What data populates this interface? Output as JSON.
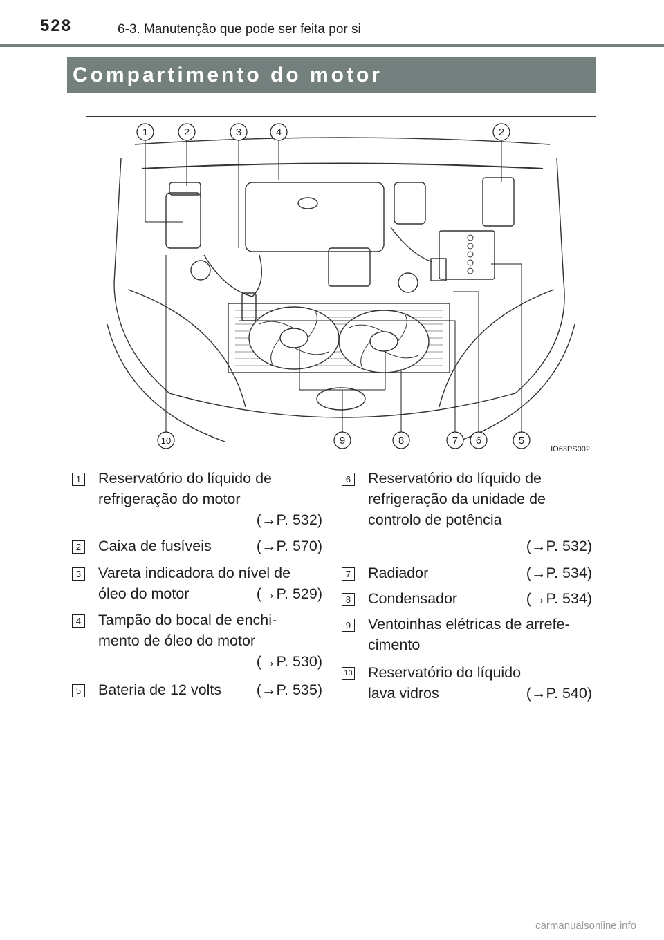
{
  "header": {
    "page_number": "528",
    "section": "6-3. Manutenção que pode ser feita por si"
  },
  "title": "Compartimento do motor",
  "figure": {
    "code": "IO63PS002",
    "top_callouts": [
      "1",
      "2",
      "3",
      "4",
      "2"
    ],
    "bottom_callouts": [
      "10",
      "9",
      "8",
      "7",
      "6",
      "5"
    ]
  },
  "items_left": [
    {
      "num": "1",
      "lines": [
        "Reservatório do líquido de",
        "refrigeração do motor"
      ],
      "ref": "(→P. 532)"
    },
    {
      "num": "2",
      "lines": [
        "Caixa de fusíveis"
      ],
      "ref": "(→P. 570)"
    },
    {
      "num": "3",
      "lines": [
        "Vareta indicadora do nível de",
        "óleo do motor"
      ],
      "ref": "(→P. 529)"
    },
    {
      "num": "4",
      "lines": [
        "Tampão do bocal de enchi-",
        "mento de óleo do motor"
      ],
      "ref": "(→P. 530)"
    },
    {
      "num": "5",
      "lines": [
        "Bateria de 12 volts"
      ],
      "ref": "(→P. 535)"
    }
  ],
  "items_right": [
    {
      "num": "6",
      "lines": [
        "Reservatório do líquido de",
        "refrigeração da unidade de",
        "controlo de potência"
      ],
      "ref": "(→P. 532)"
    },
    {
      "num": "7",
      "lines": [
        "Radiador"
      ],
      "ref": "(→P. 534)"
    },
    {
      "num": "8",
      "lines": [
        "Condensador"
      ],
      "ref": "(→P. 534)"
    },
    {
      "num": "9",
      "lines": [
        "Ventoinhas elétricas de arrefe-",
        "cimento"
      ],
      "ref": ""
    },
    {
      "num": "10",
      "lines": [
        "Reservatório do líquido",
        "lava vidros"
      ],
      "ref": "(→P. 540)"
    }
  ],
  "footer": "carmanualsonline.info"
}
